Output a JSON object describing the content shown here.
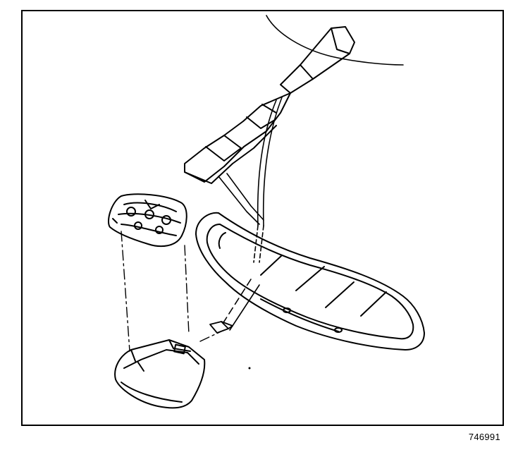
{
  "figure": {
    "code": "746991",
    "frame_color": "#000000",
    "background": "#ffffff"
  },
  "illustration": {
    "components": [
      "windshield-edge",
      "mirror-mount-bracket",
      "mirror-wire-harness",
      "rearview-mirror",
      "cover-top",
      "cover-bottom",
      "connector-plug"
    ]
  }
}
